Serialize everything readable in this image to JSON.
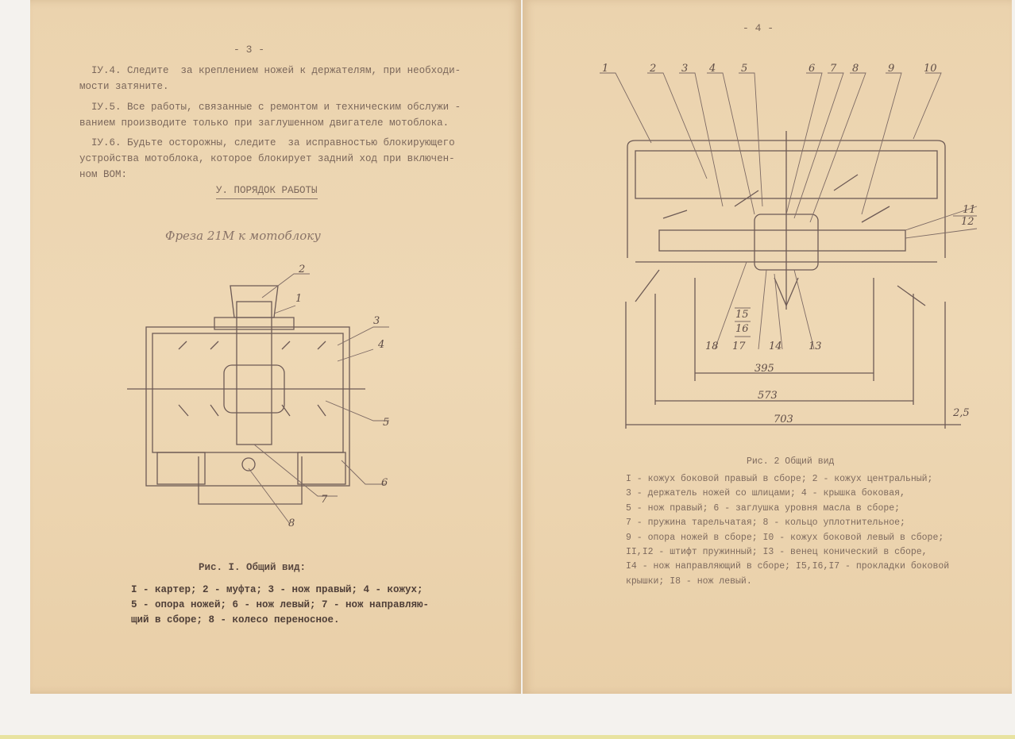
{
  "left_page": {
    "page_number": "- 3 -",
    "paragraphs": [
      "IУ.4. Следите  за креплением ножей к держателям, при необходи-",
      "мости затяните.",
      "IУ.5. Все работы, связанные с ремонтом и техническим обслужи -",
      "ванием производите только при заглушенном двигателе мотоблока.",
      "IУ.6. Будьте осторожны, следите  за исправностью блокирующего",
      "устройства мотоблока, которое блокирует задний ход при включен-",
      "ном ВОМ:"
    ],
    "section_heading": "У. ПОРЯДОК РАБОТЫ",
    "handwritten_title": "Фреза 21М к мотоблоку",
    "figure_labels": [
      "1",
      "2",
      "3",
      "4",
      "5",
      "6",
      "7",
      "8"
    ],
    "caption": "Рис. I. Общий вид:",
    "legend": [
      "I - картер; 2 - муфта; 3 - нож правый; 4 - кожух;",
      "5 - опора ножей; 6 - нож левый; 7 - нож направляю-",
      "щий в сборе; 8 - колесо переносное."
    ]
  },
  "right_page": {
    "page_number": "- 4 -",
    "figure_labels": [
      "1",
      "2",
      "3",
      "4",
      "5",
      "6",
      "7",
      "8",
      "9",
      "10",
      "11",
      "12",
      "13",
      "14",
      "15",
      "16",
      "17",
      "18"
    ],
    "dimensions": [
      "395",
      "573",
      "703",
      "2,5"
    ],
    "caption": "Рис. 2 Общий вид",
    "legend": [
      "I - кожух боковой правый в сборе; 2 - кожух центральный;",
      "3 - держатель ножей со шлицами; 4 - крышка боковая,",
      "5 - нож правый; 6 - заглушка уровня масла в сборе;",
      "7 - пружина тарельчатая; 8 - кольцо уплотнительное;",
      "9 - опора ножей в сборе; I0 - кожух боковой левый в сборе;",
      "II,I2 - штифт пружинный; I3 - венец конический в сборе,",
      "I4 - нож направляющий в сборе; I5,I6,I7 - прокладки боковой",
      "крышки; I8 - нож левый."
    ]
  }
}
